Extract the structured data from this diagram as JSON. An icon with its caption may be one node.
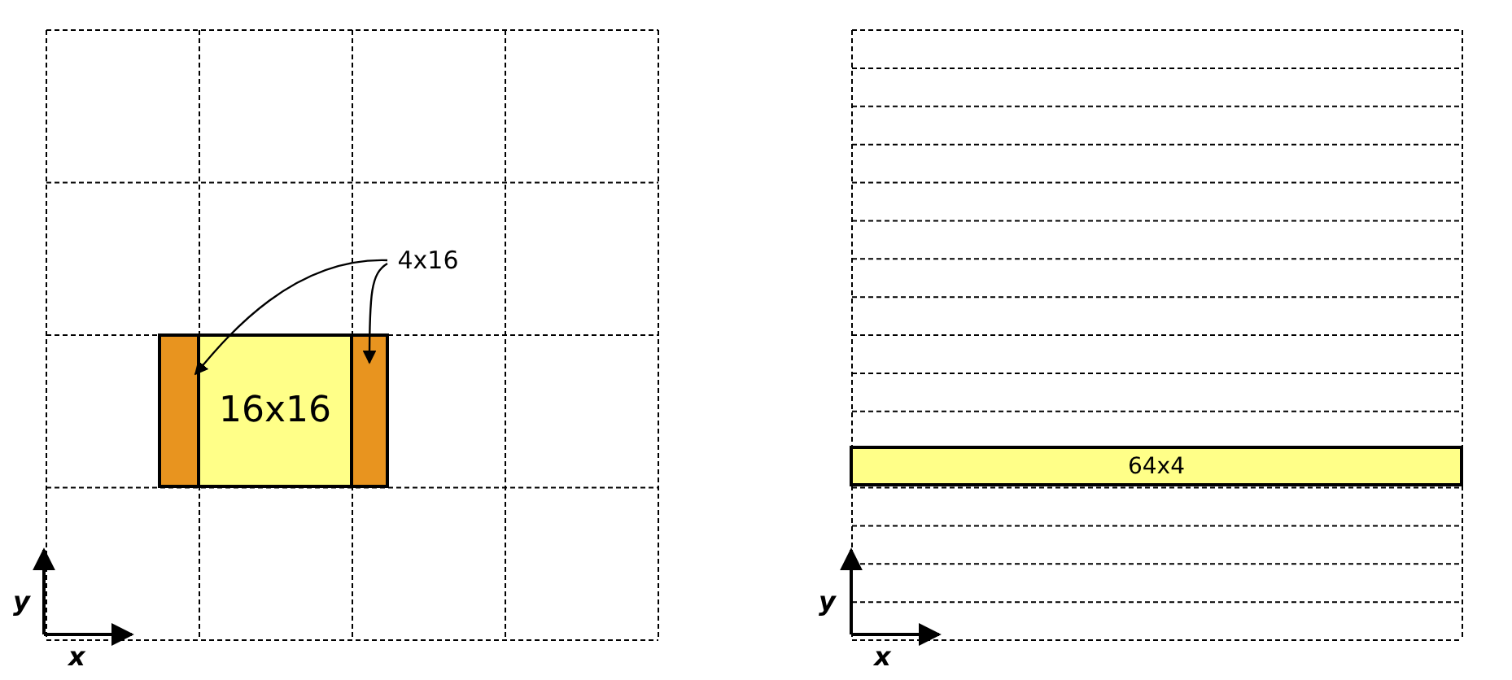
{
  "diagram": {
    "nodes": [
      {
        "text": [
          "4x16"
        ]
      },
      {
        "text": [],
        "shape": "bar"
      },
      {
        "text": [
          "16x16"
        ]
      },
      {
        "text": [],
        "shape": "bar"
      },
      {
        "text": [
          "64x4"
        ]
      }
    ],
    "edges": [
      {
        "from": 0,
        "to": 1,
        "arrow": "to"
      },
      {
        "from": 0,
        "to": 3,
        "arrow": "to"
      }
    ],
    "labels": [
      "y",
      "x",
      "y",
      "x"
    ]
  }
}
